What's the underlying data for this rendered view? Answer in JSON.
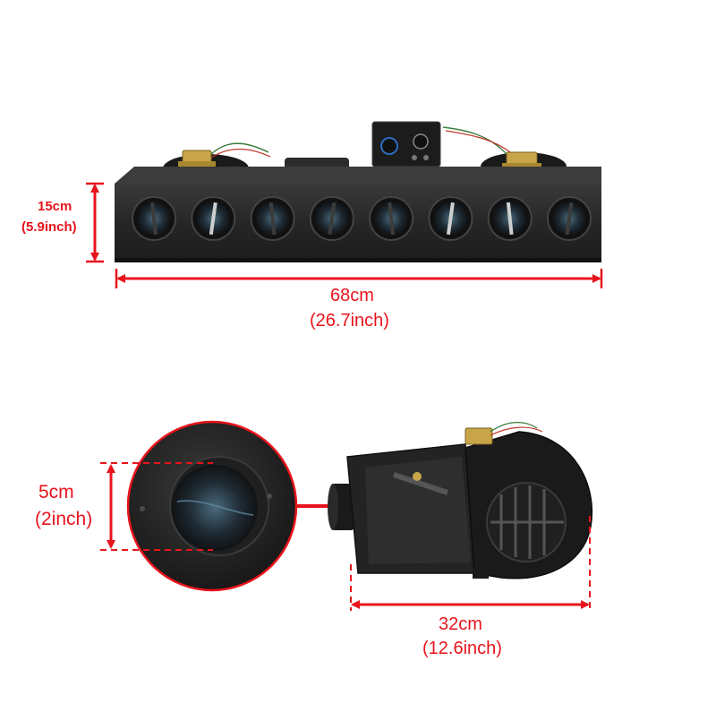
{
  "colors": {
    "dimension_red": "#e8141c",
    "unit_body": "#2a2a2a",
    "background": "#ffffff"
  },
  "dimensions": {
    "height": {
      "metric": "15cm",
      "imperial": "(5.9inch)"
    },
    "length": {
      "metric": "68cm",
      "imperial": "(26.7inch)"
    },
    "vent_diameter": {
      "metric": "5cm",
      "imperial": "(2inch)"
    },
    "depth": {
      "metric": "32cm",
      "imperial": "(12.6inch)"
    }
  },
  "product": {
    "vent_count": 8
  }
}
